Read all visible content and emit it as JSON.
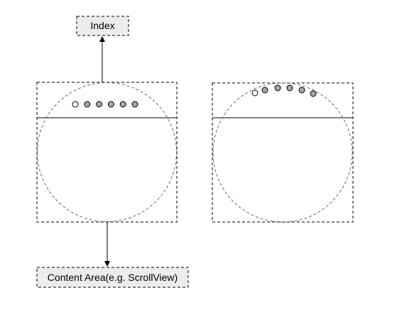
{
  "labels": {
    "index": "Index",
    "content_area": "Content Area(e.g. ScrollView)"
  },
  "colors": {
    "stroke": "#000000",
    "circle_guide": "#4a6fa5",
    "label_fill": "#ececec",
    "dot_active": "#ffffff",
    "dot_inactive": "#a6a6a6"
  },
  "diagrams": {
    "flat_indicator": {
      "dot_count": 6,
      "active_index": 0
    },
    "curved_indicator": {
      "dot_count": 6,
      "active_index": 0
    }
  }
}
